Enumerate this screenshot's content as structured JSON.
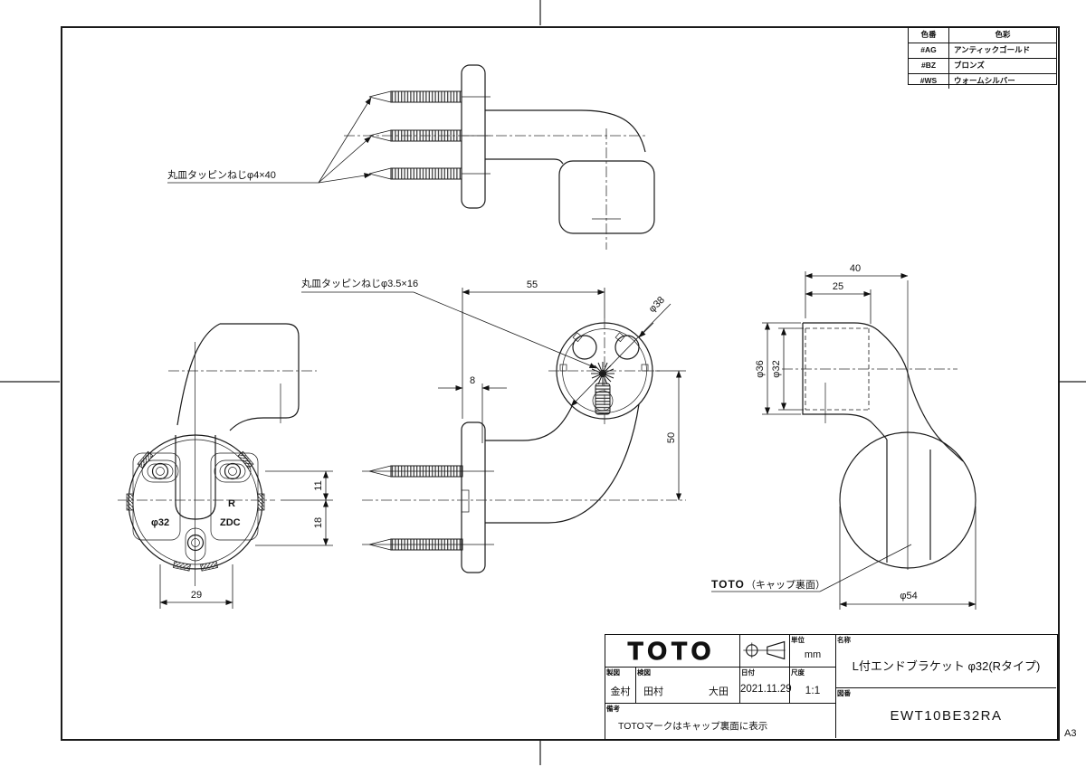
{
  "sheet": {
    "size_label": "A3"
  },
  "color_table": {
    "header": {
      "code": "色番",
      "color": "色彩"
    },
    "rows": [
      {
        "code": "#AG",
        "color": "アンティックゴールド"
      },
      {
        "code": "#BZ",
        "color": "ブロンズ"
      },
      {
        "code": "#WS",
        "color": "ウォームシルバー"
      }
    ]
  },
  "labels": {
    "screw_top": "丸皿タッピンねじφ4×40",
    "screw_front": "丸皿タッピンねじφ3.5×16",
    "cap_brand": "TOTO",
    "cap_back_note": "（キャップ裏面）",
    "rear_dia": "φ32",
    "type_mark": "R",
    "material": "ZDC"
  },
  "dims": {
    "arm_length": "55",
    "plate_thickness": "8",
    "drop_height": "50",
    "cap_dia": "φ38",
    "hole_offset_upper": "11",
    "hole_offset_lower": "18",
    "hole_span": "29",
    "side_depth": "40",
    "side_socket_depth": "25",
    "rail_outer_dia": "φ36",
    "rail_inner_dia": "φ32",
    "flange_dia": "φ54"
  },
  "title_block": {
    "logo": "TOTO",
    "unit_label": "単位",
    "unit_value": "mm",
    "drafter_label": "製図",
    "drafter": "金村",
    "checker_label": "検図",
    "checker_1": "田村",
    "checker_2": "大田",
    "date_label": "日付",
    "date_value": "2021.11.29",
    "scale_label": "尺度",
    "scale_value": "1:1",
    "name_label": "名称",
    "name_value": "L付エンドブラケット φ32(Rタイプ)",
    "number_label": "図番",
    "number_value": "EWT10BE32RA",
    "remarks_label": "備考",
    "remarks_value": "TOTOマークはキャップ裏面に表示"
  }
}
